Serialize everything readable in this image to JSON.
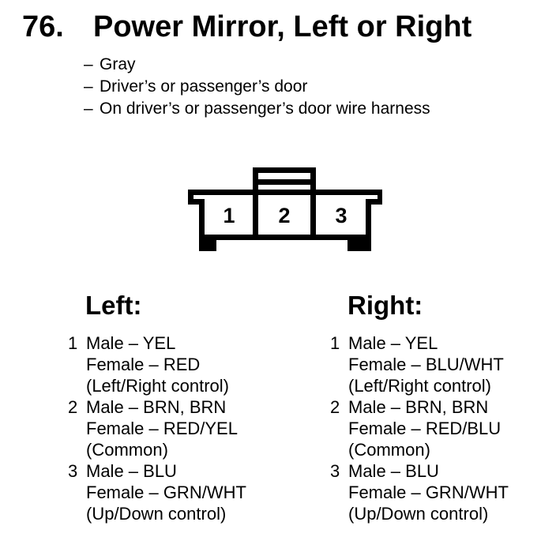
{
  "colors": {
    "ink": "#000000",
    "background": "#ffffff"
  },
  "header": {
    "number": "76.",
    "title": "Power Mirror, Left or Right",
    "dash": "–",
    "bullets": [
      "Gray",
      "Driver’s or passenger’s door",
      "On driver’s or passenger’s door wire harness"
    ]
  },
  "connector": {
    "cavities": [
      "1",
      "2",
      "3"
    ]
  },
  "sections": {
    "left": {
      "heading": "Left:",
      "pins": [
        {
          "num": "1",
          "male": "Male – YEL",
          "female": "Female – RED",
          "function": "(Left/Right control)"
        },
        {
          "num": "2",
          "male": "Male – BRN, BRN",
          "female": "Female – RED/YEL",
          "function": "(Common)"
        },
        {
          "num": "3",
          "male": "Male – BLU",
          "female": "Female – GRN/WHT",
          "function": "(Up/Down control)"
        }
      ]
    },
    "right": {
      "heading": "Right:",
      "pins": [
        {
          "num": "1",
          "male": "Male – YEL",
          "female": "Female – BLU/WHT",
          "function": "(Left/Right control)"
        },
        {
          "num": "2",
          "male": "Male – BRN, BRN",
          "female": "Female – RED/BLU",
          "function": "(Common)"
        },
        {
          "num": "3",
          "male": "Male – BLU",
          "female": "Female – GRN/WHT",
          "function": "(Up/Down control)"
        }
      ]
    }
  }
}
